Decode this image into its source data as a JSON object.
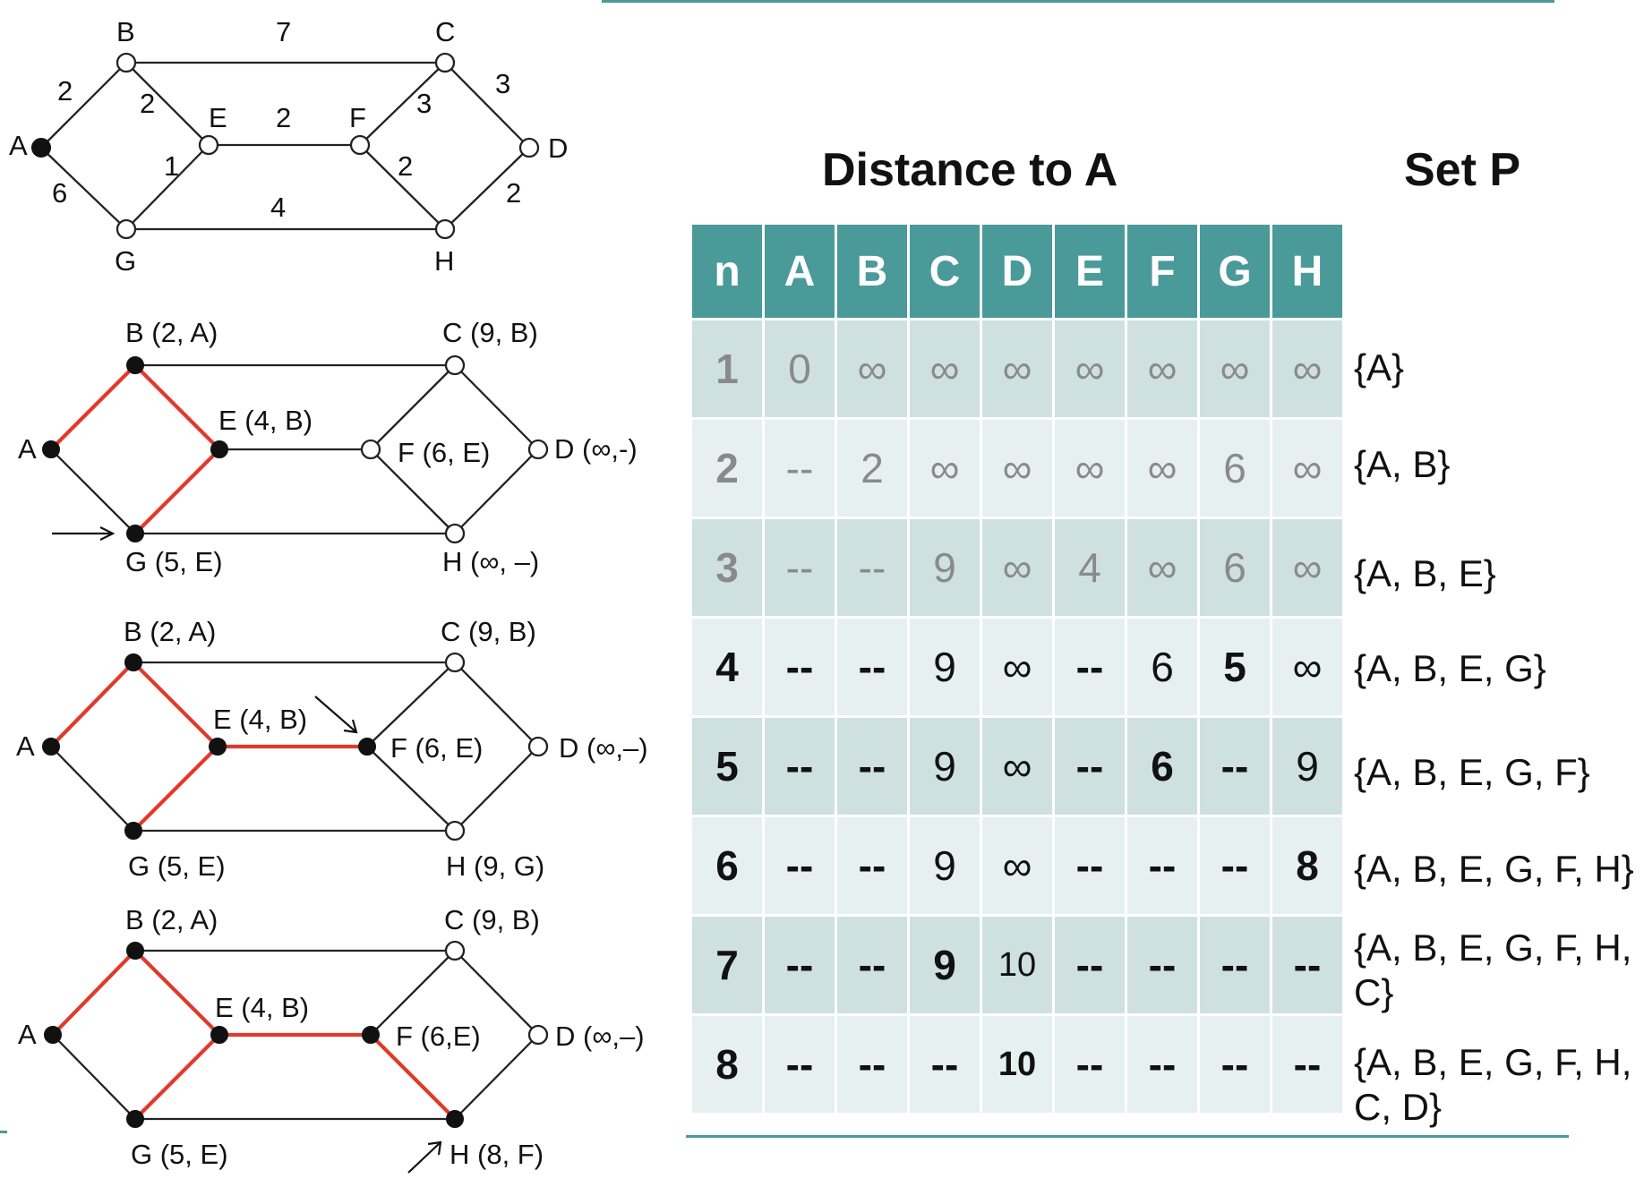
{
  "top_graph": {
    "nodes": {
      "A": "A",
      "B": "B",
      "C": "C",
      "D": "D",
      "E": "E",
      "F": "F",
      "G": "G",
      "H": "H"
    },
    "weights": {
      "AB": "2",
      "AG": "6",
      "BC": "7",
      "BE": "2",
      "EG": "1",
      "EF": "2",
      "FC": "3",
      "CD": "3",
      "FH": "2",
      "DH": "2",
      "GH": "4"
    }
  },
  "graph2": {
    "labels": {
      "A": "A",
      "B": "B (2, A)",
      "C": "C (9, B)",
      "D": "D (∞,-)",
      "E": "E (4, B)",
      "F": "F (6, E)",
      "G": "G (5, E)",
      "H": "H (∞, –)"
    }
  },
  "graph3": {
    "labels": {
      "A": "A",
      "B": "B (2, A)",
      "C": "C (9, B)",
      "D": "D (∞,–)",
      "E": "E (4, B)",
      "F": "F (6, E)",
      "G": "G (5, E)",
      "H": "H (9, G)"
    }
  },
  "graph4": {
    "labels": {
      "A": "A",
      "B": "B (2, A)",
      "C": "C (9, B)",
      "D": "D (∞,–)",
      "E": "E (4, B)",
      "F": "F (6,E)",
      "G": "G (5, E)",
      "H": "H (8, F)"
    }
  },
  "headings": {
    "distance": "Distance to A",
    "set": "Set P"
  },
  "table": {
    "columns": [
      "n",
      "A",
      "B",
      "C",
      "D",
      "E",
      "F",
      "G",
      "H"
    ],
    "rows": [
      {
        "cells": [
          "1",
          "0",
          "∞",
          "∞",
          "∞",
          "∞",
          "∞",
          "∞",
          "∞"
        ],
        "set": "{A}"
      },
      {
        "cells": [
          "2",
          "--",
          "2",
          "∞",
          "∞",
          "∞",
          "∞",
          "6",
          "∞"
        ],
        "set": "{A, B}"
      },
      {
        "cells": [
          "3",
          "--",
          "--",
          "9",
          "∞",
          "4",
          "∞",
          "6",
          "∞"
        ],
        "set": "{A, B, E}"
      },
      {
        "cells": [
          "4",
          "--",
          "--",
          "9",
          "∞",
          "--",
          "6",
          "5",
          "∞"
        ],
        "set": "{A, B, E, G}"
      },
      {
        "cells": [
          "5",
          "--",
          "--",
          "9",
          "∞",
          "--",
          "6",
          "--",
          "9"
        ],
        "set": "{A, B, E, G, F}"
      },
      {
        "cells": [
          "6",
          "--",
          "--",
          "9",
          "∞",
          "--",
          "--",
          "--",
          "8"
        ],
        "set": "{A, B, E, G, F, H}"
      },
      {
        "cells": [
          "7",
          "--",
          "--",
          "9",
          "10",
          "--",
          "--",
          "--",
          "--"
        ],
        "set": "{A, B, E, G, F, H, C}"
      },
      {
        "cells": [
          "8",
          "--",
          "--",
          "--",
          "10",
          "--",
          "--",
          "--",
          "--"
        ],
        "set": "{A, B, E, G, F, H, C, D}"
      }
    ]
  },
  "colors": {
    "teal": "#4a9a99",
    "red_path": "#e03a2c"
  }
}
